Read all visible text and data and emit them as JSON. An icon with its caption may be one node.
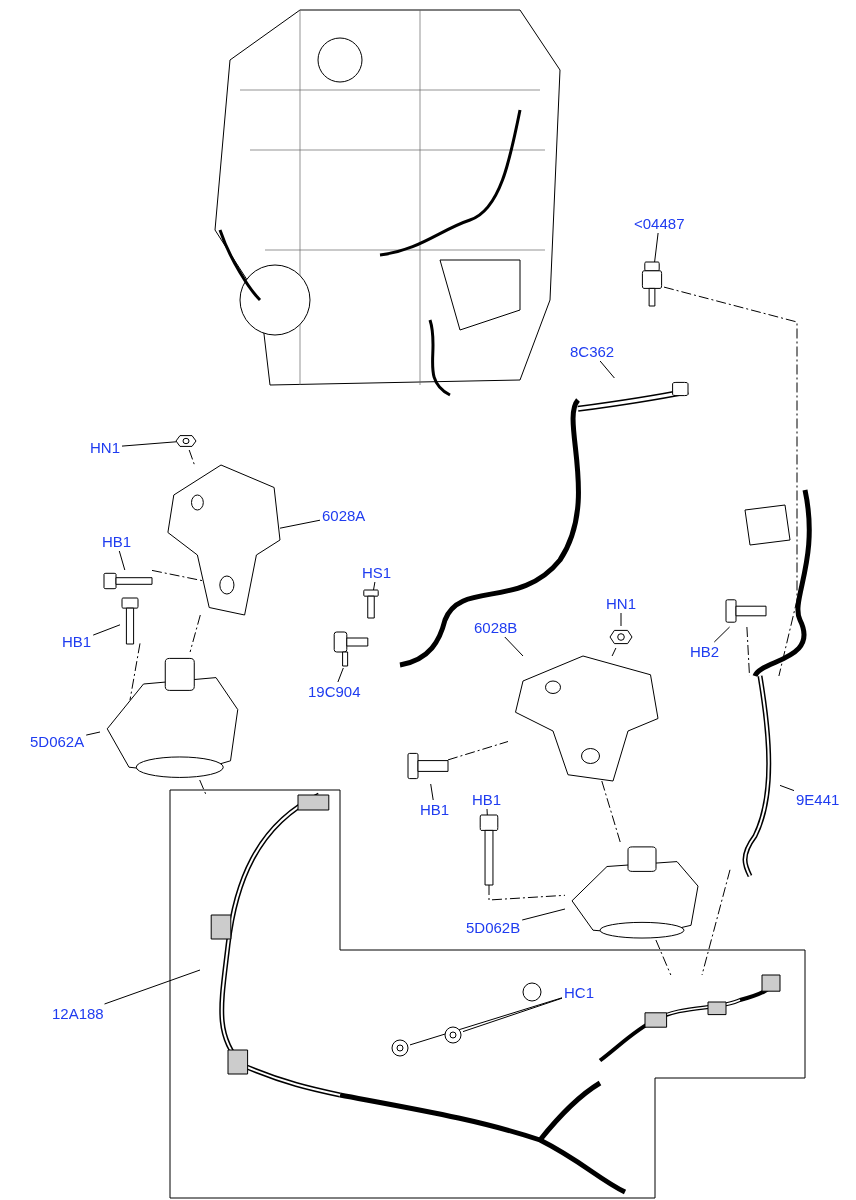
{
  "diagram": {
    "nodes": [
      {
        "text": [
          "<04487"
        ]
      },
      {
        "text": [],
        "shape": "picture"
      },
      {
        "text": [
          "8C362"
        ]
      },
      {
        "text": [],
        "shape": "picture"
      },
      {
        "text": [
          "HN1"
        ]
      },
      {
        "text": [],
        "shape": "picture"
      },
      {
        "text": [
          "6028A"
        ]
      },
      {
        "text": [],
        "shape": "picture"
      },
      {
        "text": [
          "HB1"
        ]
      },
      {
        "text": [],
        "shape": "picture"
      },
      {
        "text": [
          "HS1"
        ]
      },
      {
        "text": [],
        "shape": "picture"
      },
      {
        "text": [
          "HB1"
        ]
      },
      {
        "text": [],
        "shape": "picture"
      },
      {
        "text": [
          "19C904"
        ]
      },
      {
        "text": [],
        "shape": "picture"
      },
      {
        "text": [
          "6028B"
        ]
      },
      {
        "text": [],
        "shape": "picture"
      },
      {
        "text": [
          "HN1"
        ]
      },
      {
        "text": [],
        "shape": "picture"
      },
      {
        "text": [
          "HB2"
        ]
      },
      {
        "text": [],
        "shape": "picture"
      },
      {
        "text": [
          "5D062A"
        ]
      },
      {
        "text": [],
        "shape": "picture"
      },
      {
        "text": [
          "HB1"
        ]
      },
      {
        "text": [],
        "shape": "picture"
      },
      {
        "text": [
          "9E441"
        ]
      },
      {
        "text": [],
        "shape": "picture"
      },
      {
        "text": [
          "HB1"
        ]
      },
      {
        "text": [],
        "shape": "picture"
      },
      {
        "text": [
          "5D062B"
        ]
      },
      {
        "text": [],
        "shape": "picture"
      },
      {
        "text": [
          "12A188"
        ]
      },
      {
        "text": [],
        "shape": "picture"
      },
      {
        "text": [
          "HC1"
        ]
      },
      {
        "text": [],
        "shape": "picture"
      },
      {
        "text": [],
        "shape": "picture"
      },
      {
        "text": [],
        "shape": "picture"
      }
    ],
    "edges": [
      {
        "from": 0,
        "to": 1,
        "arrow": "none"
      },
      {
        "from": 2,
        "to": 3,
        "arrow": "none"
      },
      {
        "from": 4,
        "to": 5,
        "arrow": "none"
      },
      {
        "from": 6,
        "to": 7,
        "arrow": "none"
      },
      {
        "from": 8,
        "to": 9,
        "arrow": "none"
      },
      {
        "from": 10,
        "to": 11,
        "arrow": "none"
      },
      {
        "from": 12,
        "to": 13,
        "arrow": "none"
      },
      {
        "from": 14,
        "to": 15,
        "arrow": "none"
      },
      {
        "from": 16,
        "to": 17,
        "arrow": "none"
      },
      {
        "from": 18,
        "to": 19,
        "arrow": "none"
      },
      {
        "from": 20,
        "to": 21,
        "arrow": "none"
      },
      {
        "from": 22,
        "to": 23,
        "arrow": "none"
      },
      {
        "from": 24,
        "to": 25,
        "arrow": "none"
      },
      {
        "from": 26,
        "to": 27,
        "arrow": "none"
      },
      {
        "from": 28,
        "to": 29,
        "arrow": "none"
      },
      {
        "from": 30,
        "to": 31,
        "arrow": "none"
      },
      {
        "from": 32,
        "to": 33,
        "arrow": "none"
      },
      {
        "from": 34,
        "to": 35,
        "arrow": "none"
      },
      {
        "from": 34,
        "to": 36,
        "arrow": "none"
      },
      {
        "from": 1,
        "to": 27,
        "arrow": "none",
        "style": "dashed"
      },
      {
        "from": 5,
        "to": 7,
        "arrow": "none",
        "style": "dashed"
      },
      {
        "from": 7,
        "to": 23,
        "arrow": "none",
        "style": "dashed"
      },
      {
        "from": 9,
        "to": 7,
        "arrow": "none",
        "style": "dashed"
      },
      {
        "from": 13,
        "to": 23,
        "arrow": "none",
        "style": "dashed"
      },
      {
        "from": 23,
        "to": 33,
        "arrow": "none",
        "style": "dashed"
      },
      {
        "from": 25,
        "to": 17,
        "arrow": "none",
        "style": "dashed"
      },
      {
        "from": 19,
        "to": 17,
        "arrow": "none",
        "style": "dashed"
      },
      {
        "from": 17,
        "to": 31,
        "arrow": "none",
        "style": "dashed"
      },
      {
        "from": 21,
        "to": 27,
        "arrow": "none",
        "style": "dashed"
      },
      {
        "from": 29,
        "to": 31,
        "arrow": "none",
        "style": "dashed"
      },
      {
        "from": 31,
        "to": 37,
        "arrow": "none",
        "style": "dashed"
      },
      {
        "from": 27,
        "to": 37,
        "arrow": "none",
        "style": "dashed"
      }
    ]
  }
}
